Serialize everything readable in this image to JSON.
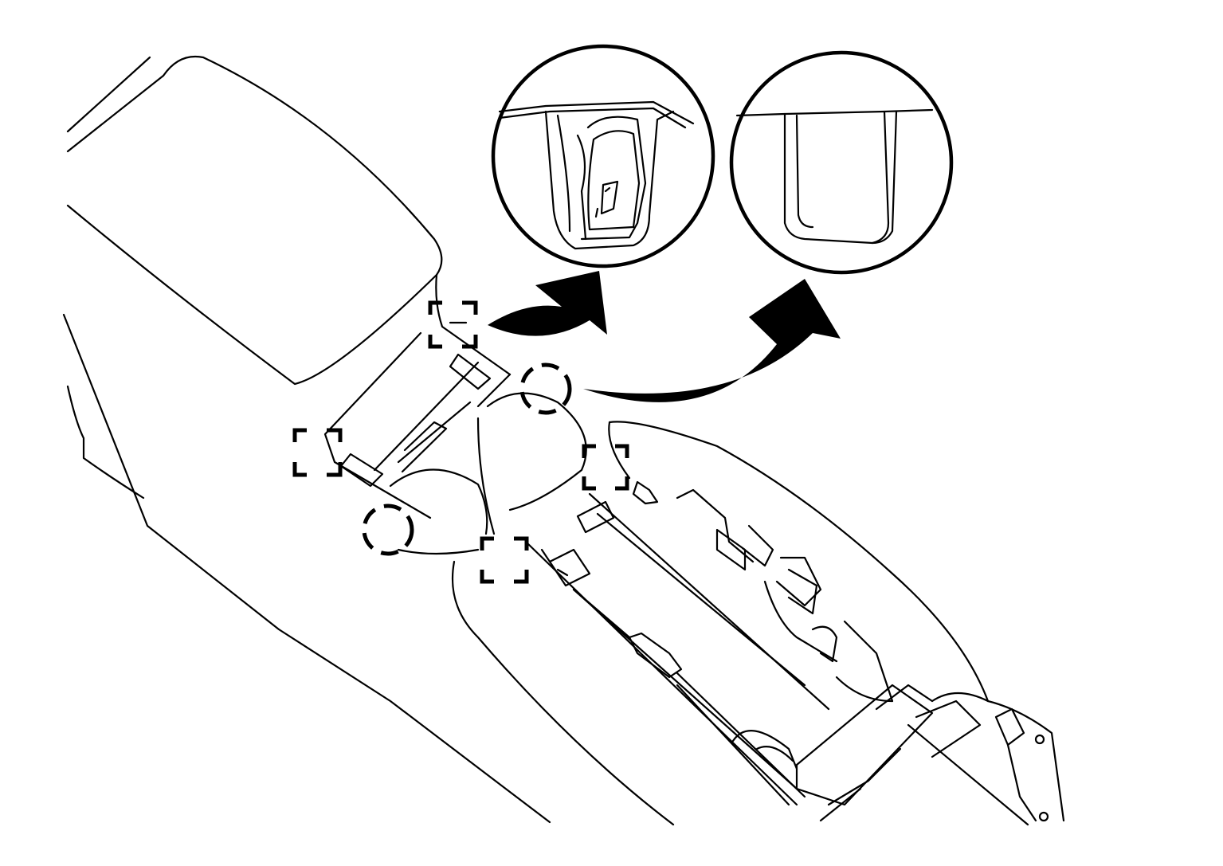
{
  "diagram": {
    "description_hidden": "",
    "colors": {
      "line": "#000000",
      "background": "#ffffff"
    },
    "callouts": [
      {
        "name": "clip-detail",
        "shape": "square-bracket"
      },
      {
        "name": "retainer-detail",
        "shape": "dashed-circle"
      }
    ]
  }
}
